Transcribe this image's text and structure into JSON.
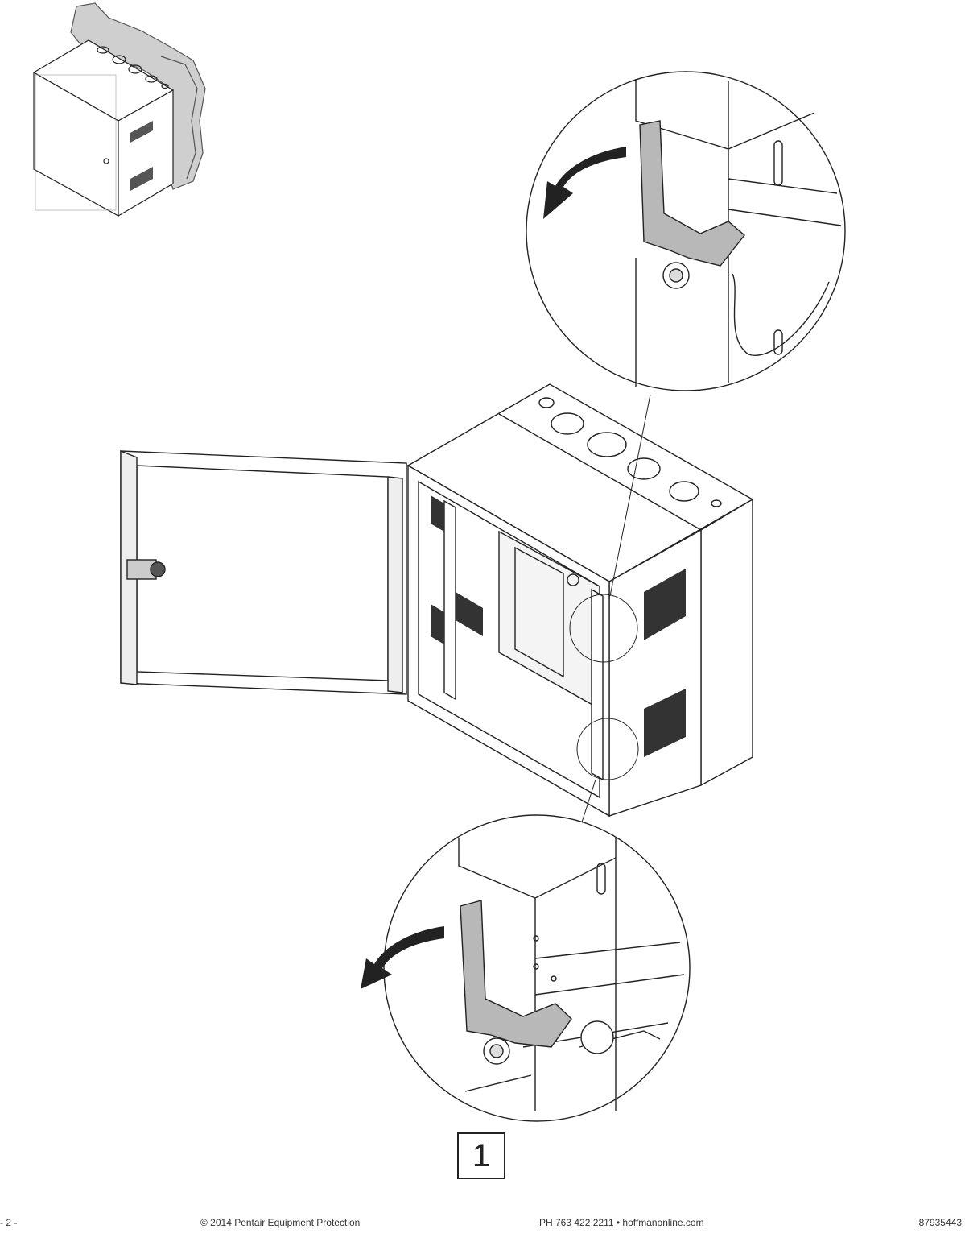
{
  "step_number": "1",
  "footer": {
    "page": "- 2 -",
    "copyright": "© 2014 Pentair Equipment Protection",
    "contact": "PH 763 422 2211  •  hoffmanonline.com",
    "doc_number": "87935443"
  },
  "icons": [
    "enclosure-thumbnail",
    "enclosure-open-door",
    "hinge-detail-top",
    "hinge-detail-bottom",
    "rotate-arrow"
  ]
}
